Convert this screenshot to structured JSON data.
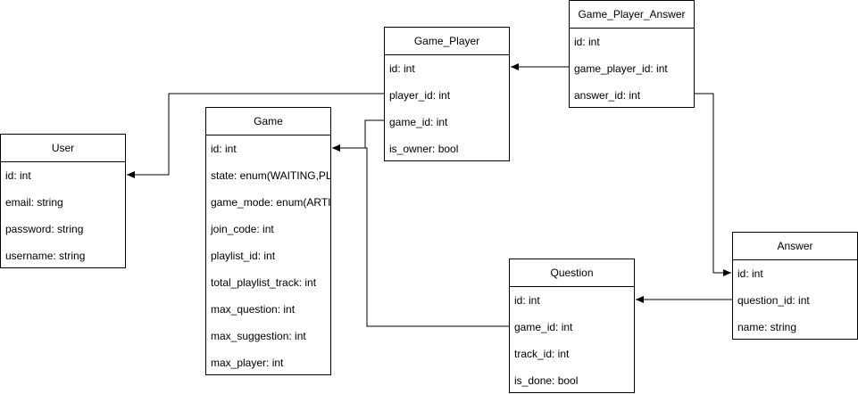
{
  "entities": {
    "user": {
      "name": "User",
      "fields": [
        "id: int",
        "email: string",
        "password: string",
        "username: string"
      ]
    },
    "game": {
      "name": "Game",
      "fields": [
        "id: int",
        "state: enum(WAITING,PLAYING,FINISHED)",
        "game_mode: enum(ARTIST,TITLE)",
        "join_code: int",
        "playlist_id: int",
        "total_playlist_track: int",
        "max_question: int",
        "max_suggestion: int",
        "max_player: int"
      ]
    },
    "game_player": {
      "name": "Game_Player",
      "fields": [
        "id: int",
        "player_id: int",
        "game_id: int",
        "is_owner: bool"
      ]
    },
    "game_player_answer": {
      "name": "Game_Player_Answer",
      "fields": [
        "id: int",
        "game_player_id: int",
        "answer_id: int"
      ]
    },
    "question": {
      "name": "Question",
      "fields": [
        "id: int",
        "game_id: int",
        "track_id: int",
        "is_done: bool"
      ]
    },
    "answer": {
      "name": "Answer",
      "fields": [
        "id: int",
        "question_id: int",
        "name: string"
      ]
    }
  }
}
